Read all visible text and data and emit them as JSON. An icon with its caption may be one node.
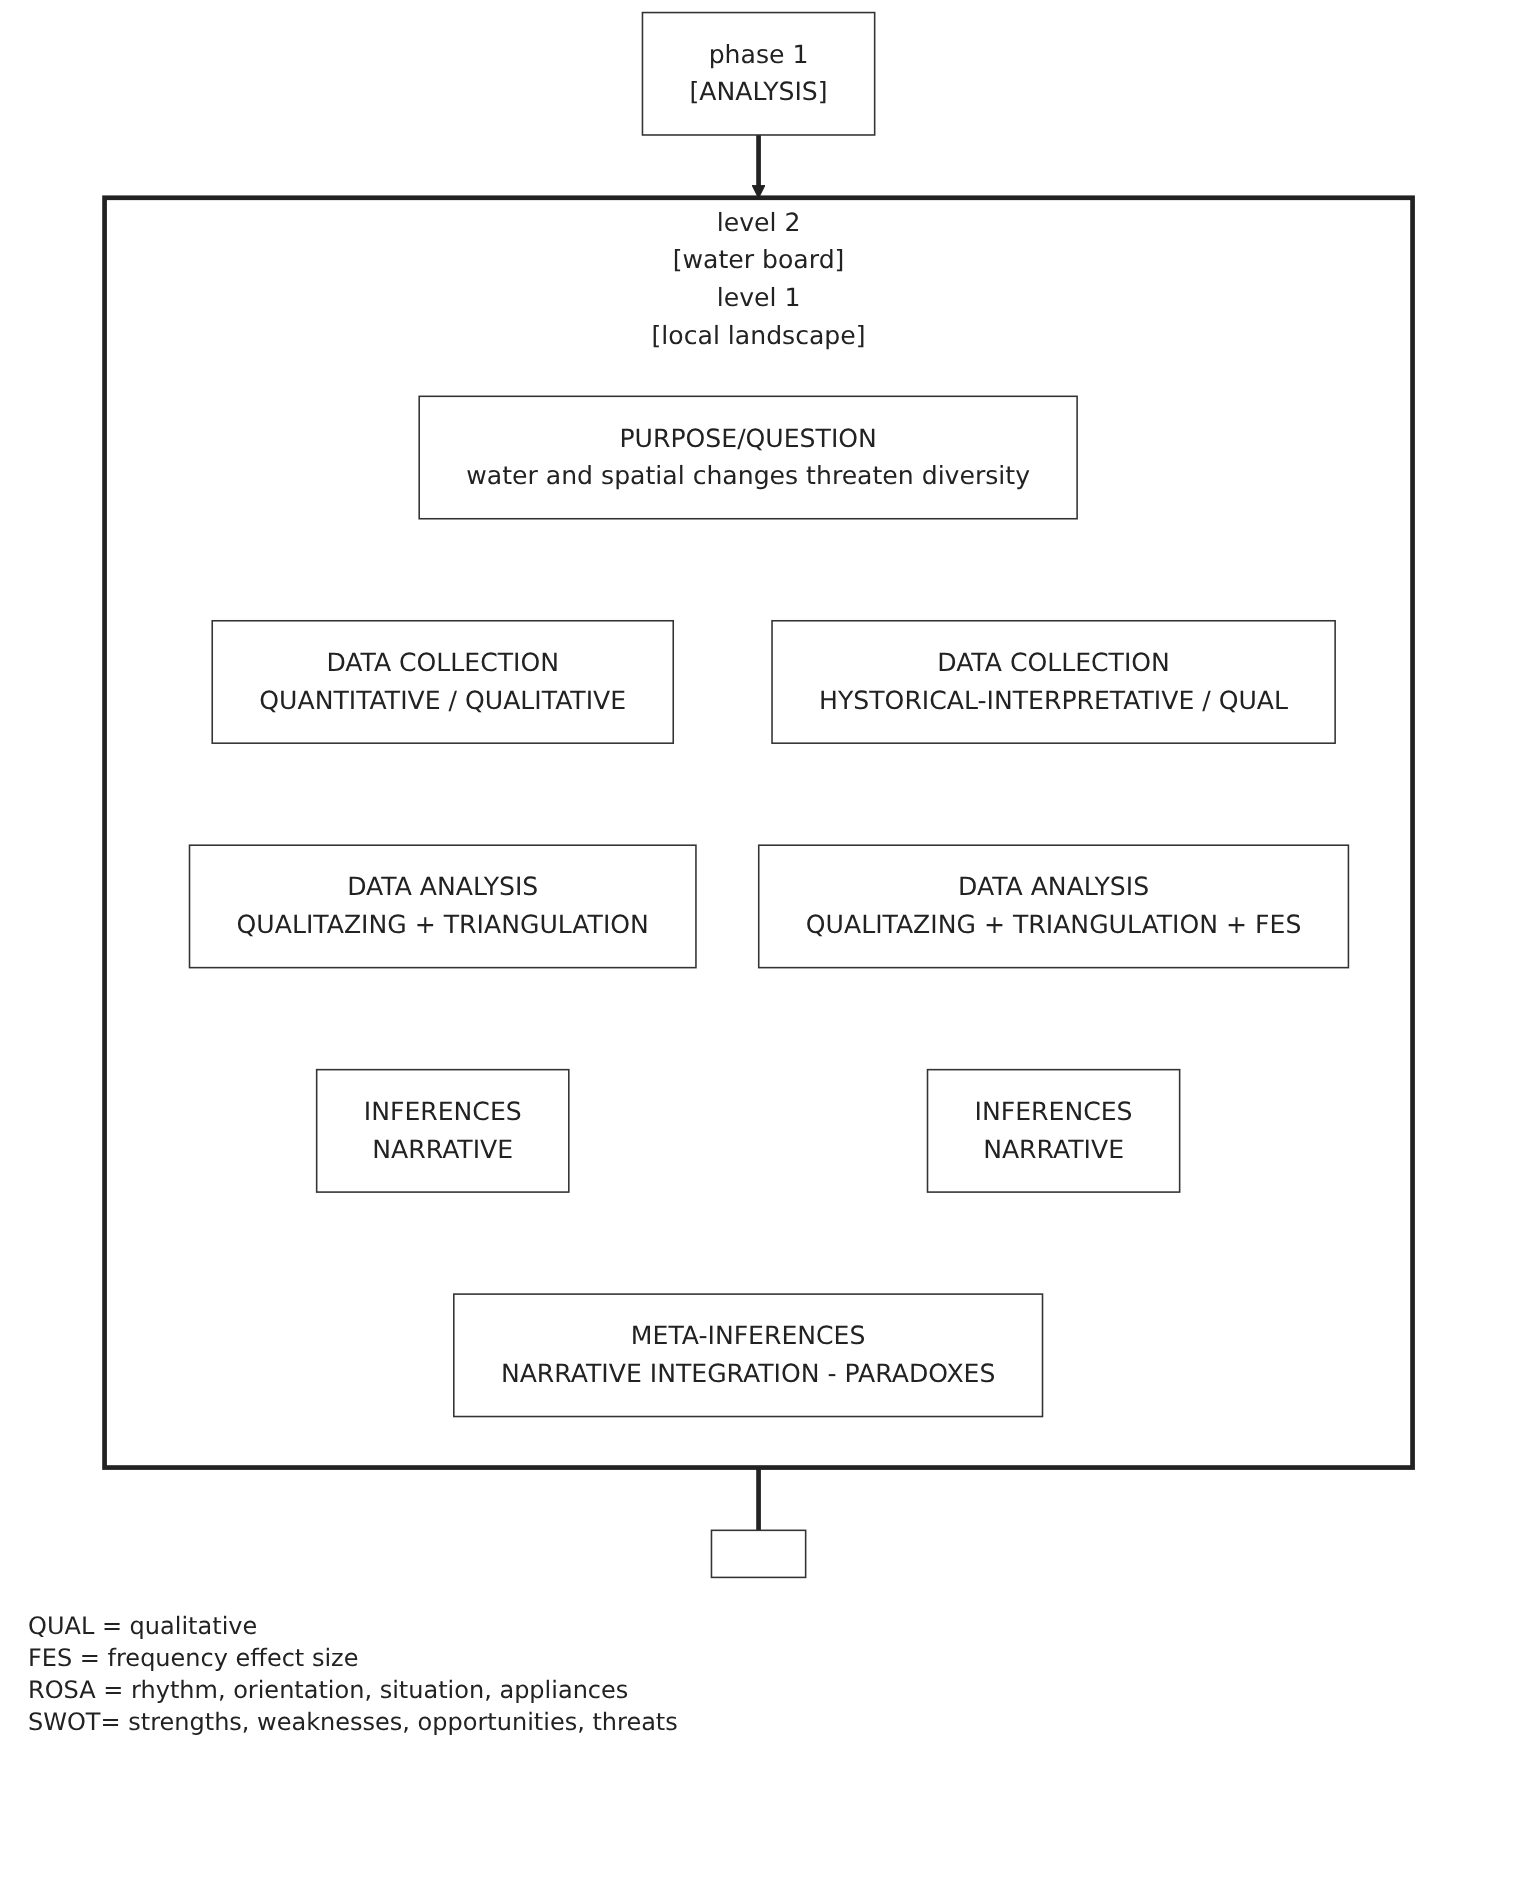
{
  "diagram": {
    "nodes": [
      {
        "text": [
          "phase 1",
          "[ANALYSIS]"
        ]
      },
      {
        "text": [
          "level 2",
          "[water board]",
          "level 1",
          "[local landscape]"
        ]
      },
      {
        "text": [
          "PURPOSE/QUESTION",
          "water and spatial changes threaten diversity"
        ],
        "in": 1
      },
      {
        "text": [
          "DATA COLLECTION",
          "QUANTITATIVE / QUALITATIVE"
        ],
        "in": 1
      },
      {
        "text": [
          "DATA COLLECTION",
          "HYSTORICAL-INTERPRETATIVE / QUAL"
        ],
        "in": 1
      },
      {
        "text": [
          "DATA ANALYSIS",
          "QUALITAZING + TRIANGULATION"
        ],
        "in": 1
      },
      {
        "text": [
          "DATA ANALYSIS",
          "QUALITAZING + TRIANGULATION + FES"
        ],
        "in": 1
      },
      {
        "text": [
          "INFERENCES",
          "NARRATIVE"
        ],
        "in": 1
      },
      {
        "text": [
          "INFERENCES",
          "NARRATIVE"
        ],
        "in": 1
      },
      {
        "text": [
          "META-INFERENCES",
          "NARRATIVE INTEGRATION - PARADOXES"
        ],
        "in": 1
      },
      {
        "text": [],
        "shape": "box"
      }
    ],
    "edges": [
      {
        "from": 0,
        "to": 1,
        "arrow": "to"
      },
      {
        "from": 1,
        "to": 10,
        "arrow": "none"
      }
    ],
    "labels": [
      "QUAL = qualitative",
      "FES = frequency effect size",
      "ROSA = rhythm, orientation, situation, appliances",
      "SWOT= strengths, weaknesses, opportunities, threats"
    ]
  }
}
